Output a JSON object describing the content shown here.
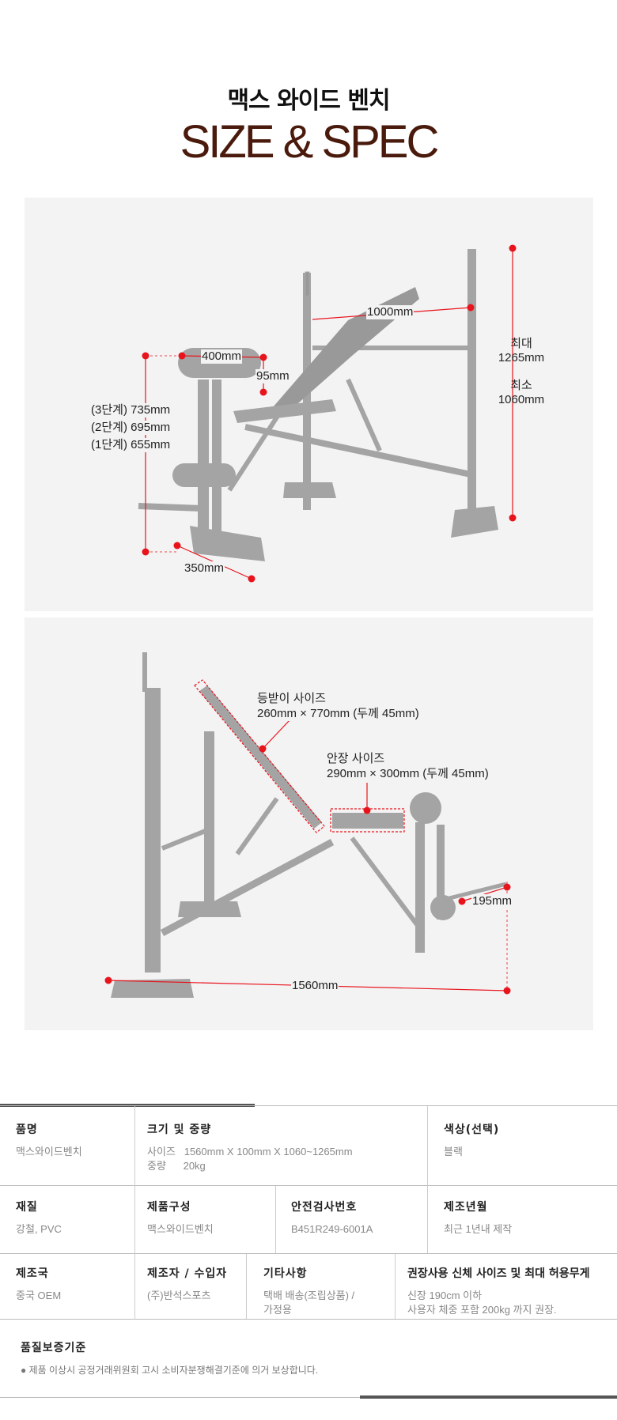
{
  "header": {
    "title": "맥스 와이드 벤치",
    "subtitle": "SIZE & SPEC"
  },
  "diagram1": {
    "width": "1000mm",
    "max_label": "최대",
    "max_value": "1265mm",
    "min_label": "최소",
    "min_value": "1060mm",
    "pad_length": "400mm",
    "pad_diameter": "95mm",
    "heights": [
      "(3단계) 735mm",
      "(2단계) 695mm",
      "(1단계) 655mm"
    ],
    "base_depth": "350mm"
  },
  "diagram2": {
    "backrest_title": "등받이 사이즈",
    "backrest_size": "260mm × 770mm (두께 45mm)",
    "seat_title": "안장 사이즈",
    "seat_size": "290mm × 300mm (두께 45mm)",
    "leg_ext": "195mm",
    "total_length": "1560mm"
  },
  "spec": {
    "name_h": "품명",
    "name_v": "맥스와이드벤치",
    "size_h": "크기 및 중량",
    "size_v1": "사이즈   1560mm X 100mm X 1060~1265mm",
    "size_v2": "중량      20kg",
    "color_h": "색상(선택)",
    "color_v": "블랙",
    "material_h": "재질",
    "material_v": "강철, PVC",
    "comp_h": "제품구성",
    "comp_v": "맥스와이드벤치",
    "safety_h": "안전검사번호",
    "safety_v": "B451R249-6001A",
    "date_h": "제조년월",
    "date_v": "최근 1년내 제작",
    "country_h": "제조국",
    "country_v": "중국 OEM",
    "maker_h": "제조자 / 수입자",
    "maker_v": "(주)반석스포츠",
    "etc_h": "기타사항",
    "etc_v1": "택배 배송(조립상품) /",
    "etc_v2": "가정용",
    "rec_h": "권장사용 신체 사이즈 및 최대 허용무게",
    "rec_v1": "신장 190cm 이하",
    "rec_v2": "사용자 체중 포함 200kg 까지 권장."
  },
  "quality": {
    "title": "품질보증기준",
    "text": "제품 이상시 공정거래위원회 고시 소비자분쟁해결기준에 의거 보상합니다."
  },
  "colors": {
    "accent": "#e8141c",
    "title_brown": "#4a1a0c",
    "frame": "#9a9a9a"
  }
}
